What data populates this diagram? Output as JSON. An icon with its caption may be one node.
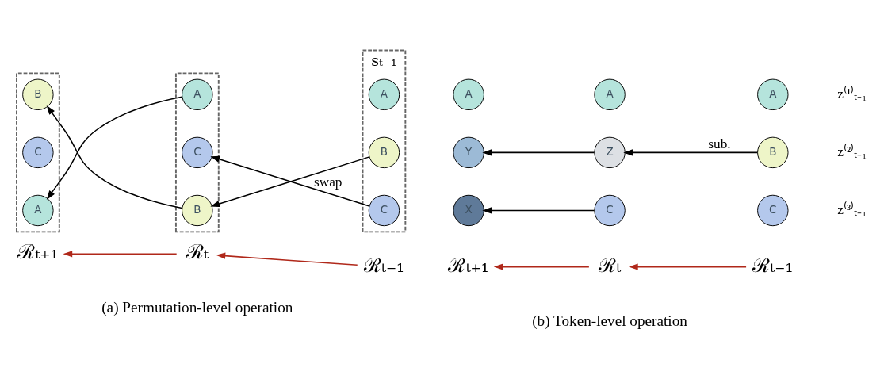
{
  "diagram": {
    "nodes": [
      {
        "text": [],
        "shape": "box"
      },
      {
        "text": [
          "B"
        ],
        "in": 0
      },
      {
        "text": [
          "C"
        ],
        "in": 0
      },
      {
        "text": [
          "A"
        ],
        "in": 0
      },
      {
        "text": [],
        "shape": "box"
      },
      {
        "text": [
          "A"
        ],
        "in": 4
      },
      {
        "text": [
          "C"
        ],
        "in": 4
      },
      {
        "text": [
          "B"
        ],
        "in": 4
      },
      {
        "text": [
          "sₜ₋₁"
        ]
      },
      {
        "text": [
          "A"
        ],
        "in": 8
      },
      {
        "text": [
          "B"
        ],
        "in": 8
      },
      {
        "text": [
          "C"
        ],
        "in": 8
      },
      {
        "text": [
          "ℛₜ₊₁"
        ]
      },
      {
        "text": [
          "ℛₜ"
        ]
      },
      {
        "text": [
          "ℛₜ₋₁"
        ]
      },
      {
        "text": [
          "A"
        ]
      },
      {
        "text": [
          "A"
        ]
      },
      {
        "text": [
          "A"
        ]
      },
      {
        "text": [
          "Y"
        ]
      },
      {
        "text": [
          "Z"
        ]
      },
      {
        "text": [
          "B"
        ]
      },
      {
        "text": [
          "X"
        ]
      },
      {
        "text": [
          "C"
        ]
      },
      {
        "text": [
          "C"
        ]
      },
      {
        "text": [
          "ℛₜ₊₁"
        ]
      },
      {
        "text": [
          "ℛₜ"
        ]
      },
      {
        "text": [
          "ℛₜ₋₁"
        ]
      }
    ],
    "edges": [
      {
        "from": 10,
        "to": 7,
        "arrow": "to"
      },
      {
        "from": 11,
        "to": 6,
        "arrow": "to",
        "label": "swap"
      },
      {
        "from": 5,
        "to": 3,
        "arrow": "to"
      },
      {
        "from": 7,
        "to": 1,
        "arrow": "to"
      },
      {
        "from": 14,
        "to": 13,
        "arrow": "to",
        "color": "#b0281a"
      },
      {
        "from": 13,
        "to": 12,
        "arrow": "to",
        "color": "#b0281a"
      },
      {
        "from": 20,
        "to": 19,
        "arrow": "to",
        "label": "sub."
      },
      {
        "from": 19,
        "to": 18,
        "arrow": "to"
      },
      {
        "from": 22,
        "to": 21,
        "arrow": "to"
      },
      {
        "from": 26,
        "to": 25,
        "arrow": "to",
        "color": "#b0281a"
      },
      {
        "from": 25,
        "to": 24,
        "arrow": "to",
        "color": "#b0281a"
      }
    ],
    "labels": [
      "z⁽¹⁾ₜ₋₁",
      "z⁽²⁾ₜ₋₁",
      "z⁽³⁾ₜ₋₁",
      "(a) Permutation-level operation",
      "(b) Token-level operation"
    ]
  }
}
